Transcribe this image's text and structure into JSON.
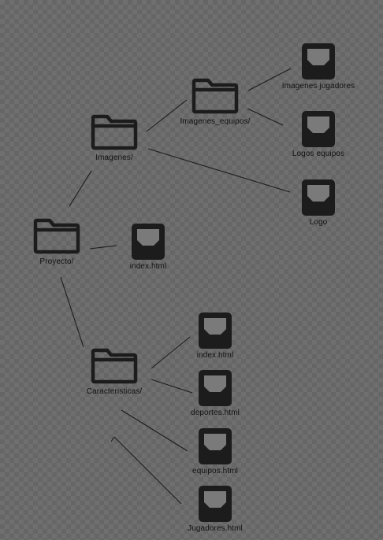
{
  "nodes": {
    "proyecto": {
      "label": "Proyecto/",
      "icon": "folder-icon"
    },
    "imagenes": {
      "label": "Imagenes/",
      "icon": "folder-icon"
    },
    "imagenes_equipos": {
      "label": "Imagenes_equipos/",
      "icon": "folder-icon"
    },
    "imagenes_jugadores": {
      "label": "Imagenes jugadores",
      "icon": "file-icon"
    },
    "logos_equipos": {
      "label": "Logos equipos",
      "icon": "file-icon"
    },
    "logo": {
      "label": "Logo",
      "icon": "file-icon"
    },
    "index_root": {
      "label": "index.html",
      "icon": "file-icon"
    },
    "caracteristicas": {
      "label": "Caracteristicas/",
      "icon": "folder-icon"
    },
    "index_car": {
      "label": "index.html",
      "icon": "file-icon"
    },
    "deportes": {
      "label": "deportes.html",
      "icon": "file-icon"
    },
    "equipos": {
      "label": "equipos.html",
      "icon": "file-icon"
    },
    "jugadores": {
      "label": "Jugadores.html",
      "icon": "file-icon"
    }
  },
  "edges": [
    [
      "proyecto",
      "imagenes"
    ],
    [
      "proyecto",
      "index_root"
    ],
    [
      "proyecto",
      "caracteristicas"
    ],
    [
      "imagenes",
      "imagenes_equipos"
    ],
    [
      "imagenes",
      "logo"
    ],
    [
      "imagenes_equipos",
      "imagenes_jugadores"
    ],
    [
      "imagenes_equipos",
      "logos_equipos"
    ],
    [
      "caracteristicas",
      "index_car"
    ],
    [
      "caracteristicas",
      "deportes"
    ],
    [
      "caracteristicas",
      "equipos"
    ],
    [
      "caracteristicas",
      "jugadores"
    ]
  ],
  "colors": {
    "icon": "#1c1c1c",
    "line": "#1c1c1c",
    "text": "#111111"
  }
}
